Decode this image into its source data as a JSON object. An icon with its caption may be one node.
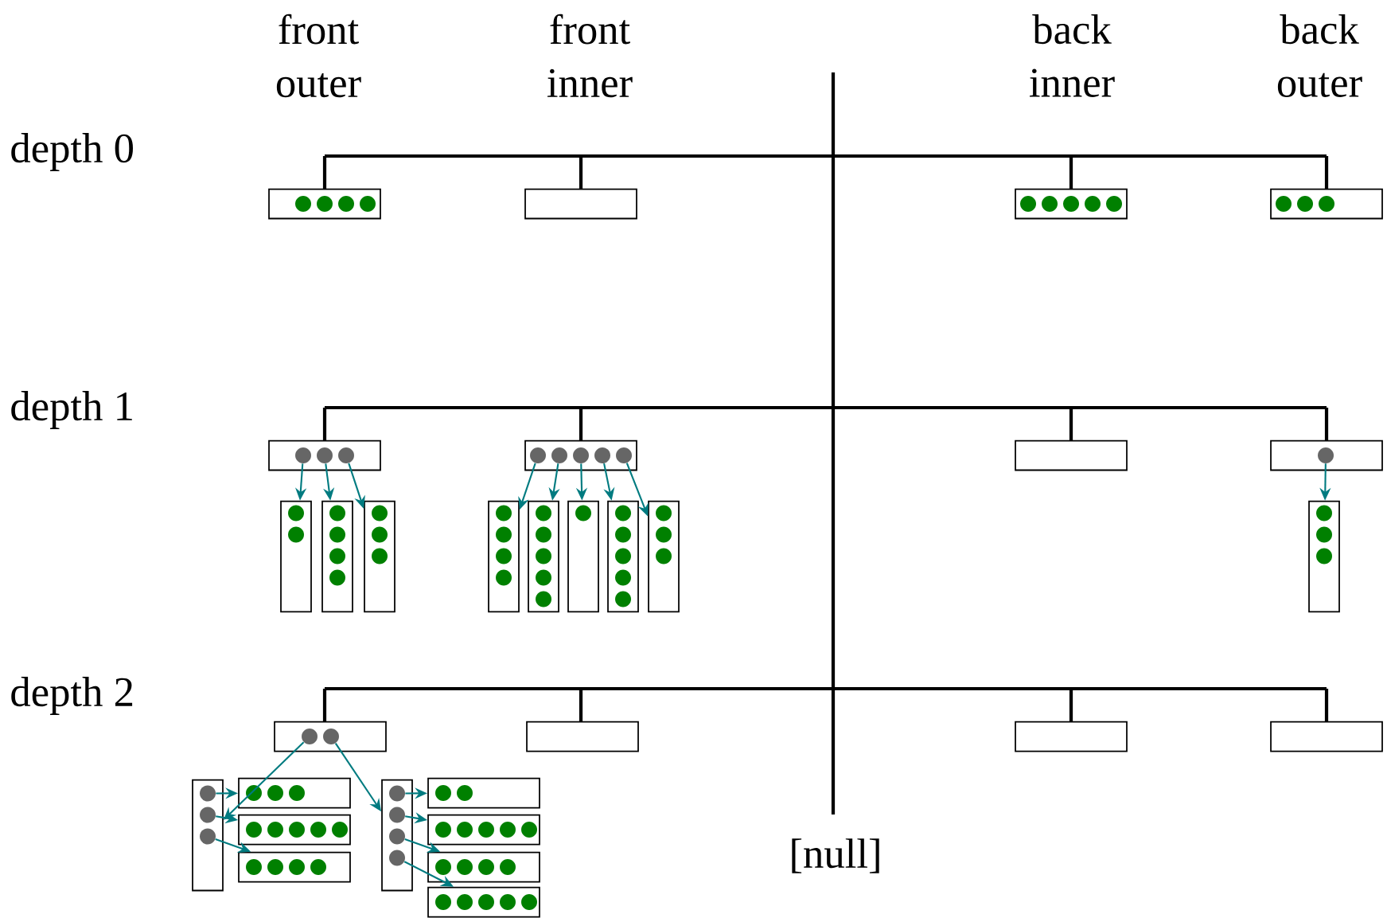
{
  "diagram": {
    "nodes": [
      {
        "text": [],
        "shape": "box"
      },
      {
        "text": [],
        "shape": "circle",
        "in": 0
      },
      {
        "text": [],
        "shape": "circle",
        "in": 0
      },
      {
        "text": [],
        "shape": "circle",
        "in": 0
      },
      {
        "text": [],
        "shape": "circle",
        "in": 0
      },
      {
        "text": [],
        "shape": "box"
      },
      {
        "text": [],
        "shape": "box"
      },
      {
        "text": [],
        "shape": "circle",
        "in": 6
      },
      {
        "text": [],
        "shape": "circle",
        "in": 6
      },
      {
        "text": [],
        "shape": "circle",
        "in": 6
      },
      {
        "text": [],
        "shape": "circle",
        "in": 6
      },
      {
        "text": [],
        "shape": "circle",
        "in": 6
      },
      {
        "text": [],
        "shape": "box"
      },
      {
        "text": [],
        "shape": "circle",
        "in": 12
      },
      {
        "text": [],
        "shape": "circle",
        "in": 12
      },
      {
        "text": [],
        "shape": "circle",
        "in": 12
      },
      {
        "text": [],
        "shape": "box"
      },
      {
        "text": [],
        "shape": "circle",
        "in": 16
      },
      {
        "text": [],
        "shape": "circle",
        "in": 16
      },
      {
        "text": [],
        "shape": "circle",
        "in": 16
      },
      {
        "text": [],
        "shape": "box"
      },
      {
        "text": [],
        "shape": "circle",
        "in": 20
      },
      {
        "text": [],
        "shape": "circle",
        "in": 20
      },
      {
        "text": [],
        "shape": "circle",
        "in": 20
      },
      {
        "text": [],
        "shape": "circle",
        "in": 20
      },
      {
        "text": [],
        "shape": "circle",
        "in": 20
      },
      {
        "text": [],
        "shape": "box"
      },
      {
        "text": [],
        "shape": "box"
      },
      {
        "text": [],
        "shape": "circle",
        "in": 27
      },
      {
        "text": [],
        "shape": "box"
      },
      {
        "text": [],
        "shape": "circle",
        "in": 29
      },
      {
        "text": [],
        "shape": "circle",
        "in": 29
      },
      {
        "text": [],
        "shape": "box"
      },
      {
        "text": [],
        "shape": "circle",
        "in": 32
      },
      {
        "text": [],
        "shape": "circle",
        "in": 32
      },
      {
        "text": [],
        "shape": "circle",
        "in": 32
      },
      {
        "text": [],
        "shape": "circle",
        "in": 32
      },
      {
        "text": [],
        "shape": "box"
      },
      {
        "text": [],
        "shape": "circle",
        "in": 37
      },
      {
        "text": [],
        "shape": "circle",
        "in": 37
      },
      {
        "text": [],
        "shape": "circle",
        "in": 37
      },
      {
        "text": [],
        "shape": "box"
      },
      {
        "text": [],
        "shape": "circle",
        "in": 41
      },
      {
        "text": [],
        "shape": "circle",
        "in": 41
      },
      {
        "text": [],
        "shape": "circle",
        "in": 41
      },
      {
        "text": [],
        "shape": "circle",
        "in": 41
      },
      {
        "text": [],
        "shape": "box"
      },
      {
        "text": [],
        "shape": "circle",
        "in": 46
      },
      {
        "text": [],
        "shape": "circle",
        "in": 46
      },
      {
        "text": [],
        "shape": "circle",
        "in": 46
      },
      {
        "text": [],
        "shape": "circle",
        "in": 46
      },
      {
        "text": [],
        "shape": "circle",
        "in": 46
      },
      {
        "text": [],
        "shape": "box"
      },
      {
        "text": [],
        "shape": "circle",
        "in": 52
      },
      {
        "text": [],
        "shape": "box"
      },
      {
        "text": [],
        "shape": "circle",
        "in": 54
      },
      {
        "text": [],
        "shape": "circle",
        "in": 54
      },
      {
        "text": [],
        "shape": "circle",
        "in": 54
      },
      {
        "text": [],
        "shape": "circle",
        "in": 54
      },
      {
        "text": [],
        "shape": "circle",
        "in": 54
      },
      {
        "text": [],
        "shape": "box"
      },
      {
        "text": [],
        "shape": "circle",
        "in": 60
      },
      {
        "text": [],
        "shape": "circle",
        "in": 60
      },
      {
        "text": [],
        "shape": "circle",
        "in": 60
      },
      {
        "text": [],
        "shape": "box"
      },
      {
        "text": [],
        "shape": "circle",
        "in": 64
      },
      {
        "text": [],
        "shape": "circle",
        "in": 64
      },
      {
        "text": [],
        "shape": "circle",
        "in": 64
      },
      {
        "text": [],
        "shape": "box"
      },
      {
        "text": [],
        "shape": "circle",
        "in": 68
      },
      {
        "text": [],
        "shape": "circle",
        "in": 68
      },
      {
        "text": [],
        "shape": "box"
      },
      {
        "text": [],
        "shape": "box"
      },
      {
        "text": [],
        "shape": "box"
      },
      {
        "text": [],
        "shape": "box"
      },
      {
        "text": [],
        "shape": "circle",
        "in": 74
      },
      {
        "text": [],
        "shape": "circle",
        "in": 74
      },
      {
        "text": [],
        "shape": "circle",
        "in": 74
      },
      {
        "text": [],
        "shape": "box"
      },
      {
        "text": [],
        "shape": "circle",
        "in": 78
      },
      {
        "text": [],
        "shape": "circle",
        "in": 78
      },
      {
        "text": [],
        "shape": "circle",
        "in": 78
      },
      {
        "text": [],
        "shape": "circle",
        "in": 78
      },
      {
        "text": [],
        "shape": "box"
      },
      {
        "text": [],
        "shape": "circle",
        "in": 83
      },
      {
        "text": [],
        "shape": "circle",
        "in": 83
      },
      {
        "text": [],
        "shape": "circle",
        "in": 83
      },
      {
        "text": [],
        "shape": "box"
      },
      {
        "text": [],
        "shape": "circle",
        "in": 87
      },
      {
        "text": [],
        "shape": "circle",
        "in": 87
      },
      {
        "text": [],
        "shape": "circle",
        "in": 87
      },
      {
        "text": [],
        "shape": "circle",
        "in": 87
      },
      {
        "text": [],
        "shape": "circle",
        "in": 87
      },
      {
        "text": [],
        "shape": "box"
      },
      {
        "text": [],
        "shape": "circle",
        "in": 93
      },
      {
        "text": [],
        "shape": "circle",
        "in": 93
      },
      {
        "text": [],
        "shape": "circle",
        "in": 93
      },
      {
        "text": [],
        "shape": "circle",
        "in": 93
      },
      {
        "text": [],
        "shape": "box"
      },
      {
        "text": [],
        "shape": "circle",
        "in": 98
      },
      {
        "text": [],
        "shape": "circle",
        "in": 98
      },
      {
        "text": [],
        "shape": "box"
      },
      {
        "text": [],
        "shape": "circle",
        "in": 101
      },
      {
        "text": [],
        "shape": "circle",
        "in": 101
      },
      {
        "text": [],
        "shape": "circle",
        "in": 101
      },
      {
        "text": [],
        "shape": "circle",
        "in": 101
      },
      {
        "text": [],
        "shape": "circle",
        "in": 101
      },
      {
        "text": [],
        "shape": "box"
      },
      {
        "text": [],
        "shape": "circle",
        "in": 107
      },
      {
        "text": [],
        "shape": "circle",
        "in": 107
      },
      {
        "text": [],
        "shape": "circle",
        "in": 107
      },
      {
        "text": [],
        "shape": "circle",
        "in": 107
      },
      {
        "text": [],
        "shape": "box"
      },
      {
        "text": [],
        "shape": "circle",
        "in": 112
      },
      {
        "text": [],
        "shape": "circle",
        "in": 112
      },
      {
        "text": [],
        "shape": "circle",
        "in": 112
      },
      {
        "text": [],
        "shape": "circle",
        "in": 112
      },
      {
        "text": [],
        "shape": "circle",
        "in": 112
      }
    ],
    "edges": [
      {
        "from": 17,
        "to": 29,
        "arrow": "to"
      },
      {
        "from": 18,
        "to": 32,
        "arrow": "to"
      },
      {
        "from": 19,
        "to": 37,
        "arrow": "to"
      },
      {
        "from": 21,
        "to": 41,
        "arrow": "to"
      },
      {
        "from": 22,
        "to": 46,
        "arrow": "to"
      },
      {
        "from": 23,
        "to": 52,
        "arrow": "to"
      },
      {
        "from": 24,
        "to": 54,
        "arrow": "to"
      },
      {
        "from": 25,
        "to": 60,
        "arrow": "to"
      },
      {
        "from": 28,
        "to": 64,
        "arrow": "to"
      },
      {
        "from": 69,
        "to": 74,
        "arrow": "to"
      },
      {
        "from": 70,
        "to": 78,
        "arrow": "to"
      },
      {
        "from": 75,
        "to": 83,
        "arrow": "to"
      },
      {
        "from": 76,
        "to": 87,
        "arrow": "to"
      },
      {
        "from": 77,
        "to": 93,
        "arrow": "to"
      },
      {
        "from": 79,
        "to": 98,
        "arrow": "to"
      },
      {
        "from": 80,
        "to": 101,
        "arrow": "to"
      },
      {
        "from": 81,
        "to": 107,
        "arrow": "to"
      },
      {
        "from": 82,
        "to": 112,
        "arrow": "to"
      }
    ],
    "labels": [
      "front outer",
      "front inner",
      "back inner",
      "back outer",
      "depth 0",
      "depth 1",
      "depth 2",
      "[null]"
    ]
  }
}
